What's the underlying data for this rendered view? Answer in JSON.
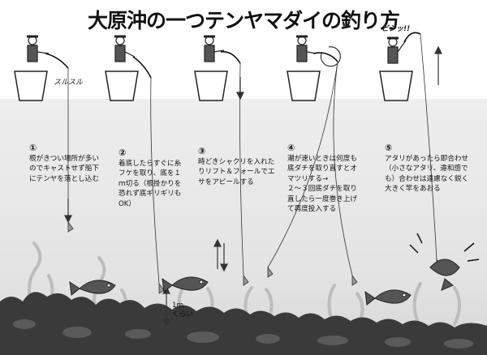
{
  "title": "大原沖の一つテンヤマダイの釣り方",
  "steps": [
    {
      "num": "①",
      "lines": [
        "根がきつい場所が多い",
        "のでキャストせず船下",
        "にテンヤを落とし込む"
      ]
    },
    {
      "num": "②",
      "lines": [
        "着底したらすぐに糸",
        "フケを取り、底を１",
        "ｍ切る（根掛かりを",
        "恐れず底ギリギリも",
        "OK）"
      ]
    },
    {
      "num": "③",
      "lines": [
        "時どきシャクリを入れた",
        "りリフト＆フォールでエ",
        "サをアピールする"
      ]
    },
    {
      "num": "④",
      "lines": [
        "潮が速いときは何度も",
        "底ダチを取り直すとオ",
        "マツリする→",
        "２～３回底ダチを取り",
        "直したら一度巻き上げ",
        "て再度投入する"
      ]
    },
    {
      "num": "⑤",
      "lines": [
        "アタリがあったら即合わせ",
        "（小さなアタリ、違和感で",
        "も）合わせは遠慮なく鋭く",
        "大きく竿をあおる"
      ]
    }
  ],
  "sound_effects": {
    "line_out": "スルスル",
    "strike": "ビシッ!!"
  },
  "depth_label": [
    "1m",
    "くらい"
  ],
  "colors": {
    "water": "#e6e6e6",
    "text": "#111111",
    "rock": "#3a3a3a",
    "weed": "#c8c8c8",
    "fish": "#555555"
  }
}
